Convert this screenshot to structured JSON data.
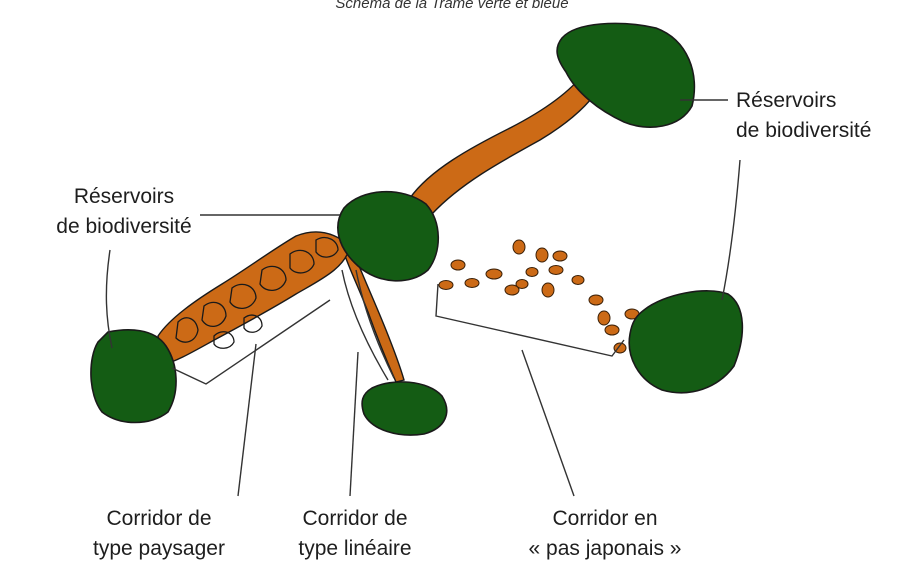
{
  "caption": {
    "prefix": "Schéma de la ",
    "italic": "Trame verte et bleue"
  },
  "labels": {
    "reservoirs_top_right": [
      "Réservoirs",
      "de biodiversité"
    ],
    "reservoirs_left": [
      "Réservoirs",
      "de biodiversité"
    ],
    "corridor_paysager": [
      "Corridor de",
      "type paysager"
    ],
    "corridor_lineaire": [
      "Corridor de",
      "type linéaire"
    ],
    "corridor_pas_japonais": [
      "Corridor en",
      "« pas japonais »"
    ]
  },
  "colors": {
    "reservoir": "#145c14",
    "corridor": "#cc6a16",
    "outline": "#1a1a1a",
    "leader": "#333333"
  }
}
